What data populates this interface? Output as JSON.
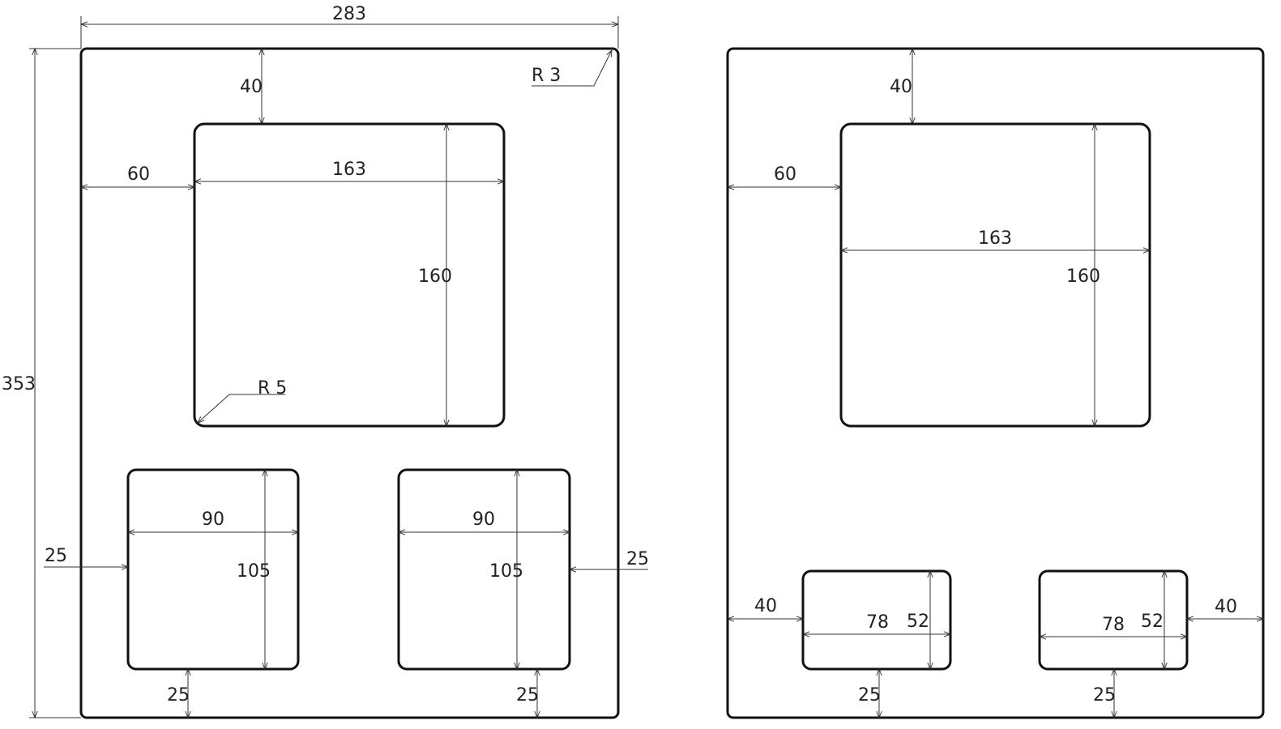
{
  "drawing": {
    "left_panel": {
      "width_label": "283",
      "height_label": "353",
      "corner_radius_label": "R 3",
      "top_margin_label": "40",
      "left_margin_label": "60",
      "main_cutout": {
        "width_label": "163",
        "height_label": "160",
        "radius_label": "R 5"
      },
      "small_cutout_left": {
        "width_label": "90",
        "height_label": "105",
        "side_margin_label": "25",
        "bottom_margin_label": "25"
      },
      "small_cutout_right": {
        "width_label": "90",
        "height_label": "105",
        "side_margin_label": "25",
        "bottom_margin_label": "25"
      }
    },
    "right_panel": {
      "top_margin_label": "40",
      "left_margin_label": "60",
      "main_cutout": {
        "width_label": "163",
        "height_label": "160"
      },
      "small_cutout_left": {
        "width_label": "78",
        "height_label": "52",
        "side_margin_label": "40",
        "bottom_margin_label": "25"
      },
      "small_cutout_right": {
        "width_label": "78",
        "height_label": "52",
        "side_margin_label": "40",
        "bottom_margin_label": "25"
      }
    }
  }
}
